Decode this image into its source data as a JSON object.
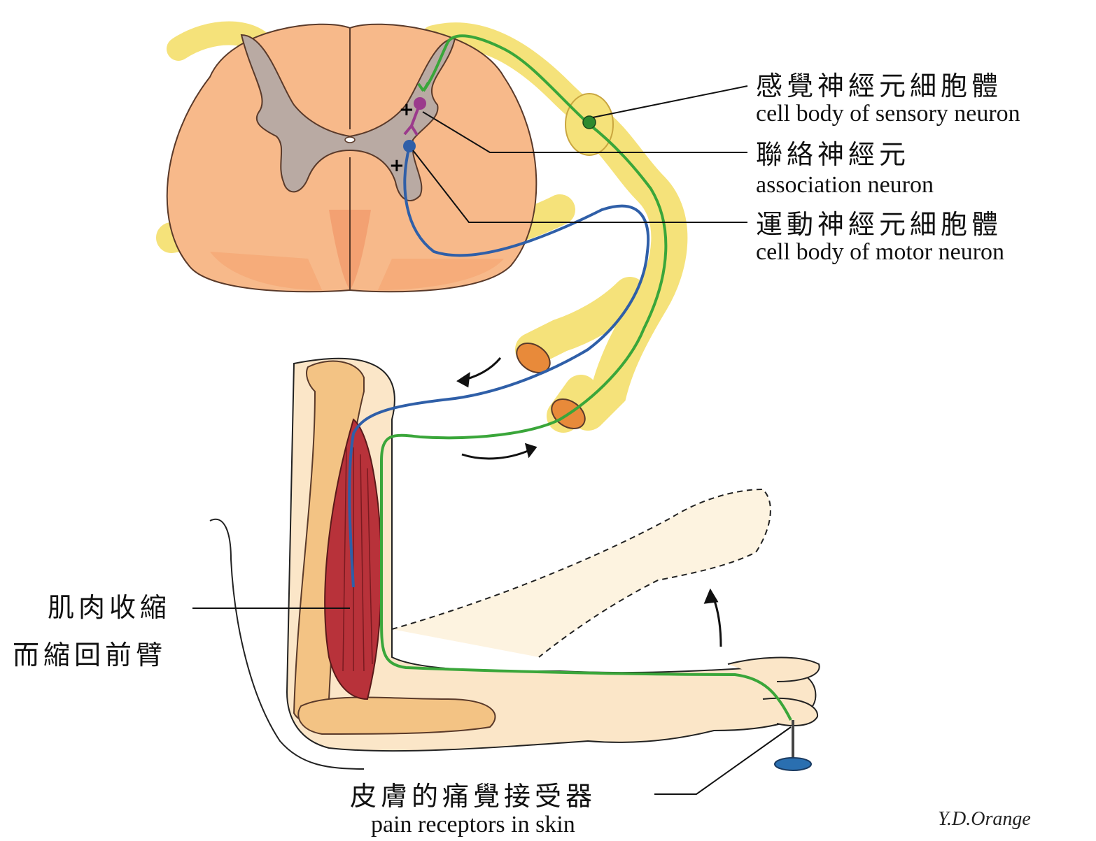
{
  "labels": {
    "sensory_zh": "感覺神經元細胞體",
    "sensory_en": "cell body of sensory neuron",
    "association_zh": "聯絡神經元",
    "association_en": "association neuron",
    "motor_zh": "運動神經元細胞體",
    "motor_en": "cell body of motor neuron",
    "muscle_line1": "肌肉收縮",
    "muscle_line2": "而縮回前臂",
    "pain_zh": "皮膚的痛覺接受器",
    "pain_en": "pain receptors in skin",
    "signature": "Y.D.Orange",
    "plus": "+"
  },
  "colors": {
    "sensory_neuron": "#3aa63a",
    "motor_neuron": "#2f5fa8",
    "association_neuron": "#9b3a8c",
    "white_matter": "#f7b98a",
    "gray_matter": "#b9aaa3",
    "nerve": "#f5e27a",
    "muscle": "#b8323a",
    "skin": "#fbe6c8",
    "bone": "#f3c384",
    "pin": "#2a6fb0"
  },
  "icons": {
    "spinal_cord": "spinal-cord-cross-section",
    "arm": "arm-with-forearm",
    "pin": "pin-stimulus",
    "withdrawal_arrow": "curved-arrow-icon"
  }
}
